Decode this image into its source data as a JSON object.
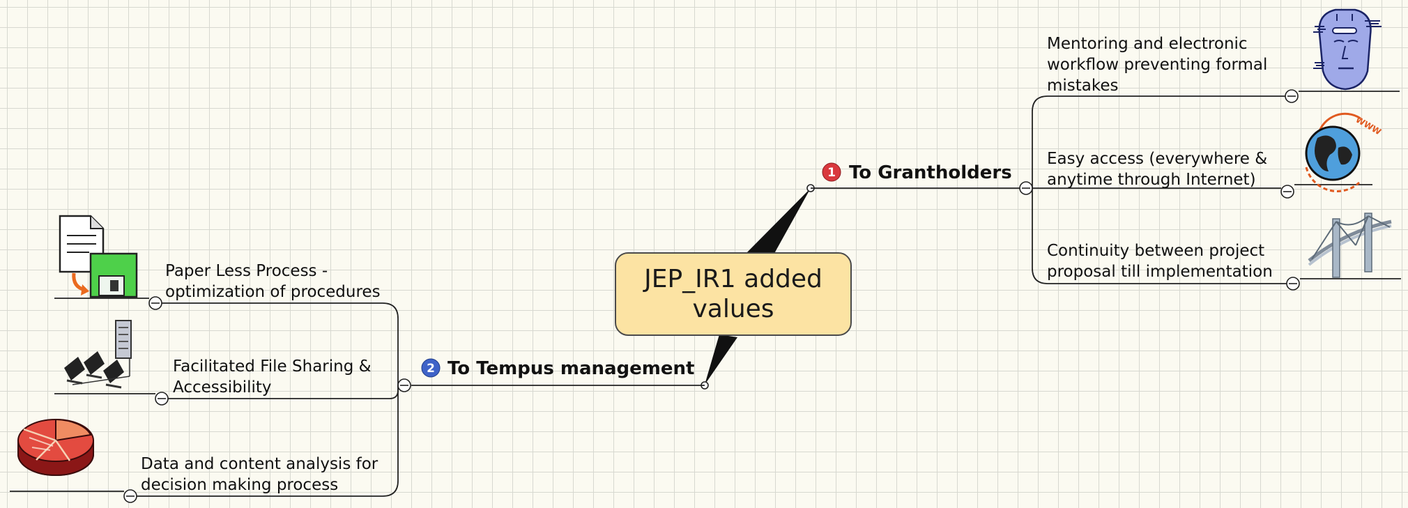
{
  "central_topic": {
    "lines": [
      "JEP_IR1 added",
      "values"
    ]
  },
  "main_topics": {
    "grantholders": {
      "number": "1",
      "label": "To Grantholders",
      "badge_color": "#d9383d",
      "subtopics": [
        {
          "lines": [
            "Mentoring and electronic",
            "workflow preventing formal",
            "mistakes"
          ],
          "icon": "face-mask-icon"
        },
        {
          "lines": [
            "Easy access (everywhere &",
            "anytime through Internet)"
          ],
          "icon": "globe-www-icon"
        },
        {
          "lines": [
            "Continuity between project",
            "proposal till implementation"
          ],
          "icon": "bridge-icon"
        }
      ]
    },
    "tempus": {
      "number": "2",
      "label": "To Tempus management",
      "badge_color": "#3f63c8",
      "subtopics": [
        {
          "lines": [
            "Paper Less Process -",
            "optimization of procedures"
          ],
          "icon": "document-floppy-icon"
        },
        {
          "lines": [
            "Facilitated File Sharing &",
            "Accessibility"
          ],
          "icon": "network-computers-icon"
        },
        {
          "lines": [
            "Data and content analysis for",
            "decision making process"
          ],
          "icon": "pie-chart-icon"
        }
      ]
    }
  },
  "colors": {
    "central_fill": "#fce3a3",
    "central_stroke": "#4a4a4a",
    "grid": "#d7d8d0",
    "background": "#fbfaf1"
  }
}
